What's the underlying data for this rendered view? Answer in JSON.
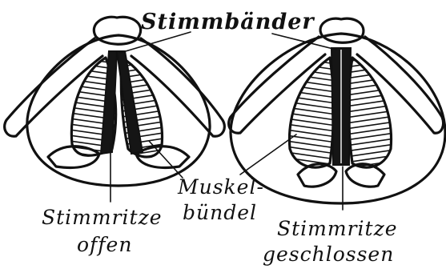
{
  "labels": {
    "vocal_cords": "Stimmbänder",
    "muscle_bundle_line1": "Muskel-",
    "muscle_bundle_line2": "bündel",
    "glottis_open_line1": "Stimmritze",
    "glottis_open_line2": "offen",
    "glottis_closed_line1": "Stimmritze",
    "glottis_closed_line2": "geschlossen"
  },
  "colors": {
    "ink": "#111111",
    "background": "#ffffff"
  }
}
